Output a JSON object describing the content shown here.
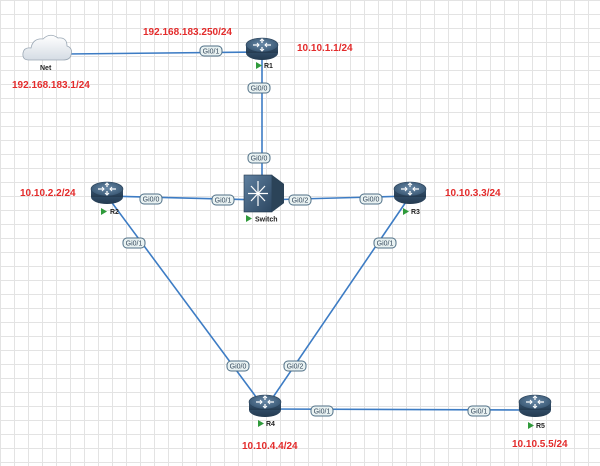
{
  "nodes": {
    "net": {
      "label": "Net",
      "ip": "192.168.183.1/24"
    },
    "r1": {
      "label": "R1",
      "ip": "10.10.1.1/24",
      "ip2": "192.168.183.250/24"
    },
    "switch": {
      "label": "Switch"
    },
    "r2": {
      "label": "R2",
      "ip": "10.10.2.2/24"
    },
    "r3": {
      "label": "R3",
      "ip": "10.10.3.3/24"
    },
    "r4": {
      "label": "R4",
      "ip": "10.10.4.4/24"
    },
    "r5": {
      "label": "R5",
      "ip": "10.10.5.5/24"
    }
  },
  "interfaces": {
    "net_r1_r1": "Gi0/1",
    "r1_sw_r1": "Gi0/0",
    "r1_sw_sw": "Gi0/0",
    "r2_sw_r2": "Gi0/0",
    "r2_sw_sw": "Gi0/1",
    "sw_r3_sw": "Gi0/2",
    "sw_r3_r3": "Gi0/0",
    "r2_r4_r2": "Gi0/1",
    "r2_r4_r4": "Gi0/0",
    "r3_r4_r3": "Gi0/1",
    "r3_r4_r4": "Gi0/2",
    "r4_r5_r4": "Gi0/1",
    "r4_r5_r5": "Gi0/1"
  },
  "colors": {
    "link": "#3d7cc4",
    "router_body": "#3c5b78",
    "ip_label": "#e32b2b",
    "status_running": "#2f9a3b"
  },
  "icons": {
    "router": "router-icon",
    "switch": "switch-icon",
    "cloud": "cloud-icon"
  }
}
